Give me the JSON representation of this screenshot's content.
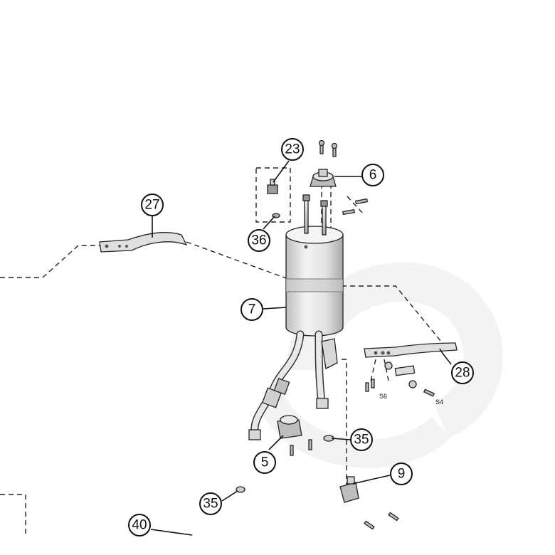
{
  "callouts": [
    {
      "id": "c23",
      "label": "23"
    },
    {
      "id": "c6",
      "label": "6"
    },
    {
      "id": "c27",
      "label": "27"
    },
    {
      "id": "c36",
      "label": "36"
    },
    {
      "id": "c7",
      "label": "7"
    },
    {
      "id": "c28",
      "label": "28"
    },
    {
      "id": "c35a",
      "label": "35"
    },
    {
      "id": "c5",
      "label": "5"
    },
    {
      "id": "c9",
      "label": "9"
    },
    {
      "id": "c35b",
      "label": "35"
    },
    {
      "id": "c40",
      "label": "40"
    }
  ],
  "labels": {
    "s6": "S6",
    "s4": "S4"
  },
  "colors": {
    "line": "#111111",
    "part_fill": "#eeeeee",
    "watermark": "#ececec"
  }
}
